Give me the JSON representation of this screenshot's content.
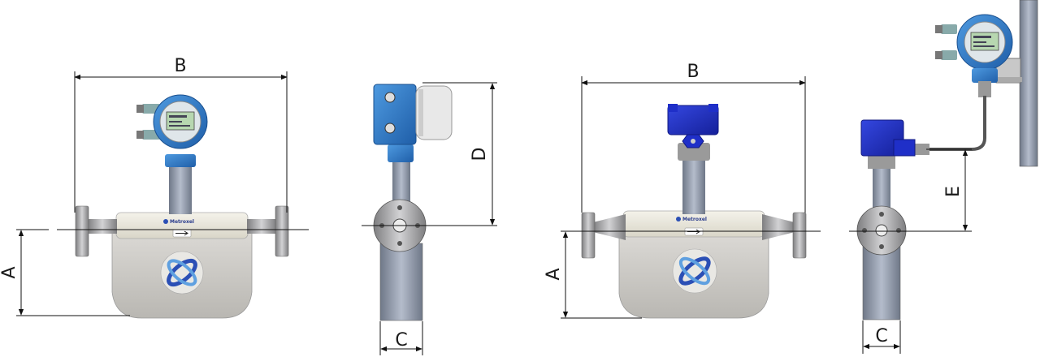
{
  "dimension_labels": {
    "a_left": "A",
    "b_left": "B",
    "c_side": "C",
    "d_side": "D",
    "a_right": "A",
    "b_right": "B",
    "c_remote": "C",
    "e_remote": "E"
  },
  "brand": {
    "name_left": "Metroxel",
    "name_right": "Metroxel"
  },
  "colors": {
    "transmitter_blue": "#2e78c8",
    "remote_box_blue": "#1f2fc8",
    "body_grey": "#c8c6c2",
    "tube_grey": "#8e96a6",
    "display_green": "#b7d7b0",
    "logo_blue": "#2b4fb5"
  },
  "icons": {
    "logo": "metroxel-logo-icon",
    "flow_arrow": "flow-arrow-icon"
  }
}
